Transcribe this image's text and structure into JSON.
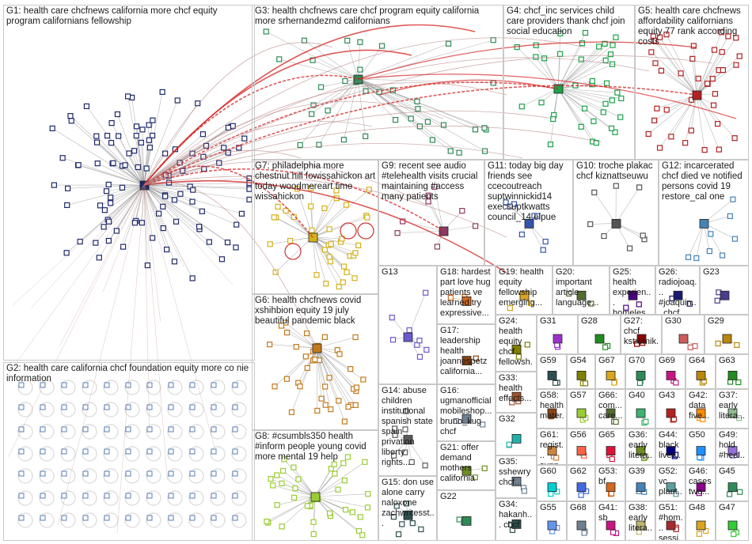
{
  "groups": [
    {
      "id": "G1",
      "label": "G1: health care chcfnews california more chcf equity program californians fellowship",
      "color": "#1f2a6b"
    },
    {
      "id": "G2",
      "label": "G2: health care california chcf foundation equity more co nie information",
      "color": "#7fa8d9"
    },
    {
      "id": "G3",
      "label": "G3: health chcfnews care chcf program equity california more srhernandezmd californians",
      "color": "#2e8b57"
    },
    {
      "id": "G4",
      "label": "G4: chcf_inc services child care providers thank chcf join social education",
      "color": "#1aa34a"
    },
    {
      "id": "G5",
      "label": "G5: health care chcfnews affordability californians equity 77 rank according costs",
      "color": "#b22222"
    },
    {
      "id": "G6",
      "label": "G6: health chcfnews covid xshihbion equity 19 july beautiful pandemic black",
      "color": "#c47a1c"
    },
    {
      "id": "G7",
      "label": "G7: philadelphia more chestnut hill fowissahickon art today woodmereart time wissahickon",
      "color": "#d4b21a"
    },
    {
      "id": "G8",
      "label": "G8: #csumbls350 health #inform people young covid more mental 19 help",
      "color": "#9acd32"
    },
    {
      "id": "G9",
      "label": "G9: recent see audio #telehealth visits crucial maintaining #access many patients",
      "color": "#8b3a62"
    },
    {
      "id": "G10",
      "label": "G10: troche plakac chcf kiznattseuwu",
      "color": "#555555"
    },
    {
      "id": "G11",
      "label": "G11: today big day friends see ccecoutreach suptwinnickid14 execsuptkwatts council_14 elpue",
      "color": "#3355aa"
    },
    {
      "id": "G12",
      "label": "G12: incarcerated chcf died ve notified persons covid 19 restore_cal one",
      "color": "#4682b4"
    },
    {
      "id": "G13",
      "label": "G13",
      "color": "#6a5acd"
    },
    {
      "id": "G14",
      "label": "G14: abuse children institutional spanish state spain privation liberty rights...",
      "color": "#5a5a5a"
    },
    {
      "id": "G15",
      "label": "G15: don use alone carry naloxone zachwritesst...",
      "color": "#2f4f4f"
    },
    {
      "id": "G16",
      "label": "G16: ugmanofficial mobileshop... bruno_kug chcf",
      "color": "#708090"
    },
    {
      "id": "G17",
      "label": "G17: leadership health joannespetz california...",
      "color": "#8b4513"
    },
    {
      "id": "G18",
      "label": "G18: hardest part love hug patients ve learned try expressive...",
      "color": "#d2691e"
    },
    {
      "id": "G19",
      "label": "G19: health equity fellowship emerging...",
      "color": "#daa520"
    },
    {
      "id": "G20",
      "label": "G20: important article language...",
      "color": "#556b2f"
    },
    {
      "id": "G21",
      "label": "G21: offer demand mothers california",
      "color": "#6b8e23"
    },
    {
      "id": "G22",
      "label": "G22",
      "color": "#2e8b57"
    },
    {
      "id": "G23",
      "label": "G23",
      "color": "#483d8b"
    },
    {
      "id": "G24",
      "label": "G24: health equity chcf fellowsh...",
      "color": "#808000"
    },
    {
      "id": "G25",
      "label": "G25: health experien... homeles...",
      "color": "#4b0082"
    },
    {
      "id": "G26",
      "label": "G26: radiojoaq... #joaquin... chcf...",
      "color": "#191970"
    },
    {
      "id": "G27",
      "label": "G27: chcf kstremik... health...",
      "color": "#8b0000"
    },
    {
      "id": "G28",
      "label": "G28",
      "color": "#228b22"
    },
    {
      "id": "G29",
      "label": "G29",
      "color": "#b8860b"
    },
    {
      "id": "G30",
      "label": "G30",
      "color": "#cd5c5c"
    },
    {
      "id": "G31",
      "label": "G31",
      "color": "#9932cc"
    },
    {
      "id": "G32",
      "label": "G32",
      "color": "#20b2aa"
    },
    {
      "id": "G33",
      "label": "G33: health effects...",
      "color": "#a0522d"
    },
    {
      "id": "G34",
      "label": "G34: hakanh... chcf",
      "color": "#2f4f4f"
    },
    {
      "id": "G35",
      "label": "G35: sshewry chcf...",
      "color": "#708090"
    },
    {
      "id": "G36",
      "label": "G36: early litera...",
      "color": "#6b8e23"
    },
    {
      "id": "G37",
      "label": "G37: early litera...",
      "color": "#8fbc8f"
    },
    {
      "id": "G38",
      "label": "G38: early litera...",
      "color": "#bdb76b"
    },
    {
      "id": "G39",
      "label": "G39",
      "color": "#4682b4"
    },
    {
      "id": "G40",
      "label": "G40",
      "color": "#3cb371"
    },
    {
      "id": "G41",
      "label": "G41: sb",
      "color": "#c71585"
    },
    {
      "id": "G42",
      "label": "G42: data five...",
      "color": "#ff8c00"
    },
    {
      "id": "G43",
      "label": "G43",
      "color": "#b22222"
    },
    {
      "id": "G44",
      "label": "G44: black lives...",
      "color": "#000080"
    },
    {
      "id": "G45",
      "label": "G45",
      "color": "#2e8b57"
    },
    {
      "id": "G46",
      "label": "G46: cases two...",
      "color": "#8b008b"
    },
    {
      "id": "G47",
      "label": "G47",
      "color": "#32cd32"
    },
    {
      "id": "G48",
      "label": "G48",
      "color": "#daa520"
    },
    {
      "id": "G49",
      "label": "G49: hold #heal...",
      "color": "#9370db"
    },
    {
      "id": "G50",
      "label": "G50",
      "color": "#1e90ff"
    },
    {
      "id": "G51",
      "label": "G51: #hom... sessi...",
      "color": "#a52a2a"
    },
    {
      "id": "G52",
      "label": "G52: vc plant...",
      "color": "#5f9ea0"
    },
    {
      "id": "G53",
      "label": "G53: bf",
      "color": "#d2691e"
    },
    {
      "id": "G54",
      "label": "G54",
      "color": "#808000"
    },
    {
      "id": "G55",
      "label": "G55",
      "color": "#6495ed"
    },
    {
      "id": "G56",
      "label": "G56",
      "color": "#ff6347"
    },
    {
      "id": "G57",
      "label": "G57",
      "color": "#9acd32"
    },
    {
      "id": "G58",
      "label": "G58: health mater...",
      "color": "#8b4513"
    },
    {
      "id": "G59",
      "label": "G59",
      "color": "#2f4f4f"
    },
    {
      "id": "G60",
      "label": "G60",
      "color": "#00ced1"
    },
    {
      "id": "G61",
      "label": "G61: regist... supp...",
      "color": "#cd853f"
    },
    {
      "id": "G62",
      "label": "G62",
      "color": "#4169e1"
    },
    {
      "id": "G63",
      "label": "G63",
      "color": "#228b22"
    },
    {
      "id": "G64",
      "label": "G64",
      "color": "#b8860b"
    },
    {
      "id": "G65",
      "label": "G65",
      "color": "#dc143c"
    },
    {
      "id": "G66",
      "label": "G66: com... care...",
      "color": "#556b2f"
    },
    {
      "id": "G67",
      "label": "G67",
      "color": "#daa520"
    },
    {
      "id": "G68",
      "label": "G68",
      "color": "#708090"
    },
    {
      "id": "G69",
      "label": "G69",
      "color": "#c71585"
    },
    {
      "id": "G70",
      "label": "G70",
      "color": "#2e8b57"
    }
  ],
  "edge_colors": {
    "main": "#d62020",
    "inter": "#b47878",
    "intra": "#9a9a9a"
  }
}
